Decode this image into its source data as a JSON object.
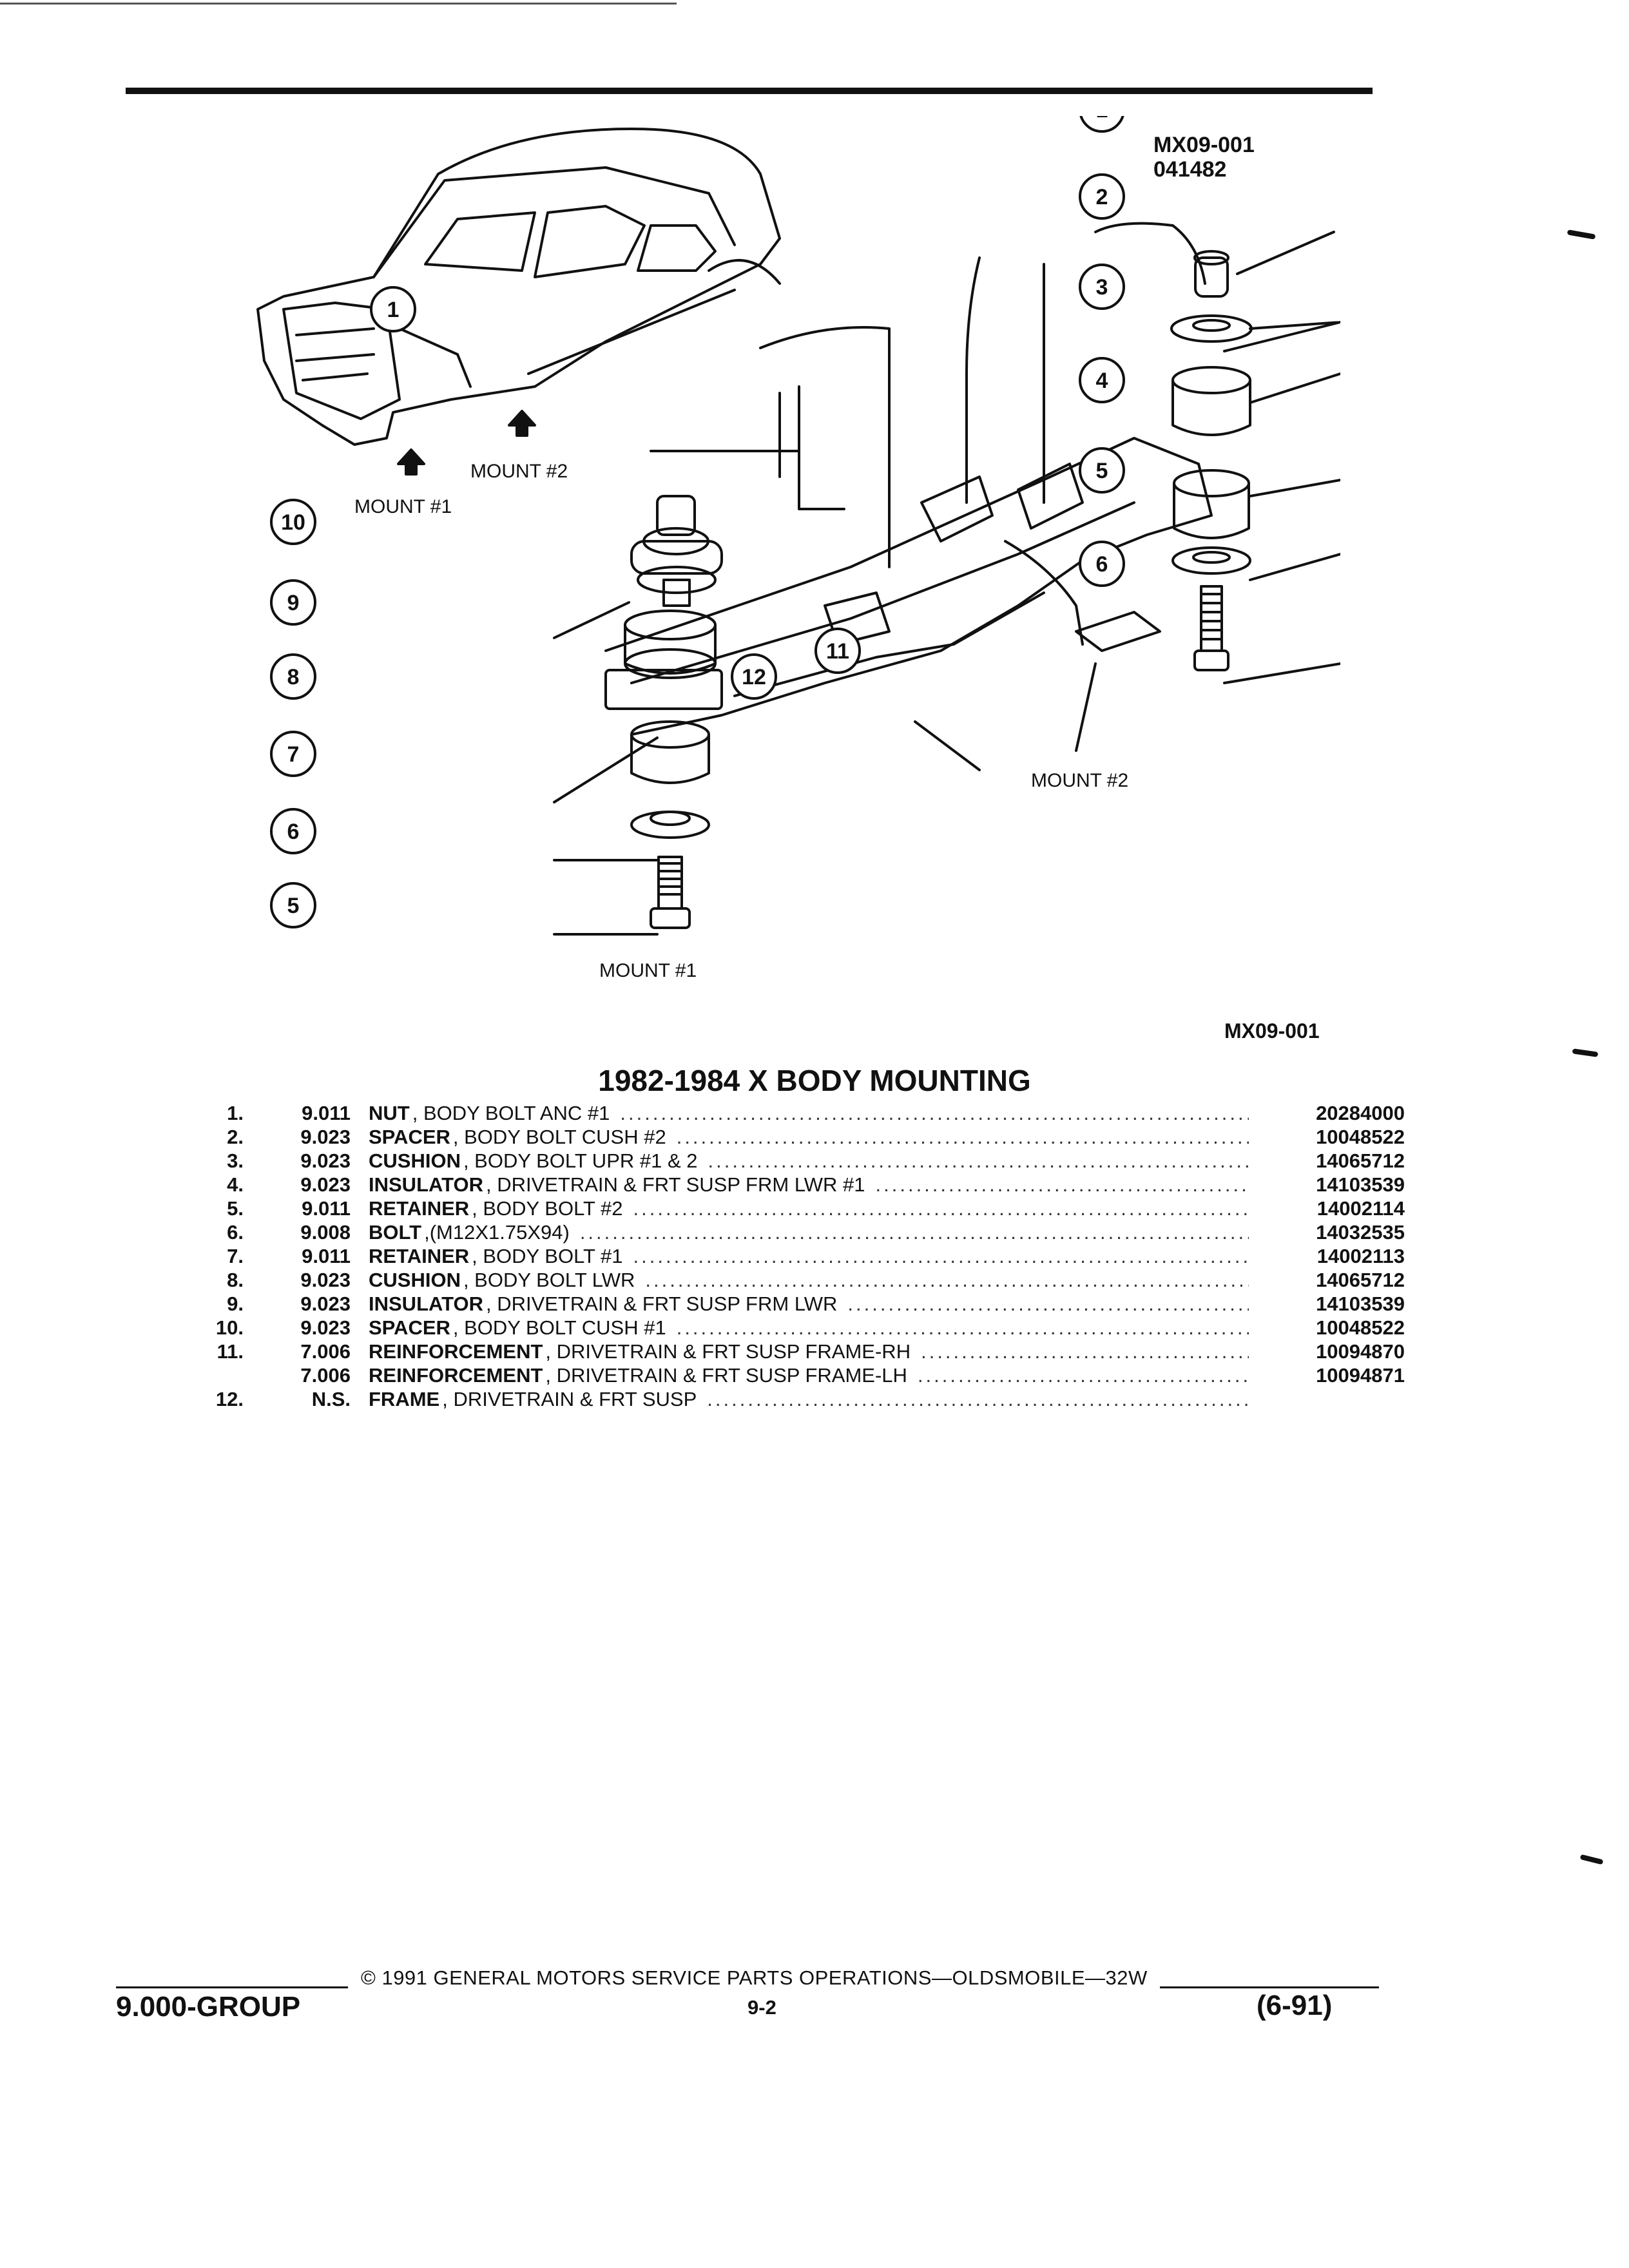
{
  "header": {
    "code": "MX09-001",
    "date_code": "041482"
  },
  "diagram": {
    "figure_code": "MX09-001",
    "callouts": [
      "1",
      "2",
      "3",
      "4",
      "5",
      "6",
      "7",
      "8",
      "9",
      "10",
      "11",
      "12"
    ],
    "mount_labels": {
      "car_mount_2": "MOUNT #2",
      "car_mount_1": "MOUNT #1",
      "mount_2": "MOUNT #2",
      "mount_1": "MOUNT #1"
    }
  },
  "section_title": "1982-1984 X BODY MOUNTING",
  "parts": [
    {
      "num": "1.",
      "group": "9.011",
      "name": "NUT",
      "detail": ", BODY BOLT ANC #1",
      "part": "20284000"
    },
    {
      "num": "2.",
      "group": "9.023",
      "name": "SPACER",
      "detail": ", BODY BOLT CUSH #2",
      "part": "10048522"
    },
    {
      "num": "3.",
      "group": "9.023",
      "name": "CUSHION",
      "detail": ", BODY BOLT UPR #1 & 2",
      "part": "14065712"
    },
    {
      "num": "4.",
      "group": "9.023",
      "name": "INSULATOR",
      "detail": ", DRIVETRAIN & FRT SUSP FRM LWR #1",
      "part": "14103539"
    },
    {
      "num": "5.",
      "group": "9.011",
      "name": "RETAINER",
      "detail": ", BODY BOLT #2",
      "part": "14002114"
    },
    {
      "num": "6.",
      "group": "9.008",
      "name": "BOLT",
      "detail": ",(M12X1.75X94)",
      "part": "14032535"
    },
    {
      "num": "7.",
      "group": "9.011",
      "name": "RETAINER",
      "detail": ", BODY BOLT #1",
      "part": "14002113"
    },
    {
      "num": "8.",
      "group": "9.023",
      "name": "CUSHION",
      "detail": ", BODY BOLT LWR",
      "part": "14065712"
    },
    {
      "num": "9.",
      "group": "9.023",
      "name": "INSULATOR",
      "detail": ", DRIVETRAIN & FRT SUSP FRM LWR",
      "part": "14103539"
    },
    {
      "num": "10.",
      "group": "9.023",
      "name": "SPACER",
      "detail": ", BODY BOLT CUSH #1",
      "part": "10048522"
    },
    {
      "num": "11.",
      "group": "7.006",
      "name": "REINFORCEMENT",
      "detail": ", DRIVETRAIN & FRT SUSP FRAME-RH",
      "part": "10094870"
    },
    {
      "num": "",
      "group": "7.006",
      "name": "REINFORCEMENT",
      "detail": ", DRIVETRAIN & FRT SUSP FRAME-LH",
      "part": "10094871"
    },
    {
      "num": "12.",
      "group": "N.S.",
      "name": "FRAME",
      "detail": ", DRIVETRAIN & FRT SUSP",
      "part": ""
    }
  ],
  "footer": {
    "copyright": "© 1991 GENERAL MOTORS SERVICE PARTS OPERATIONS—OLDSMOBILE—32W",
    "group": "9.000-GROUP",
    "page": "9-2",
    "revision": "(6-91)"
  }
}
